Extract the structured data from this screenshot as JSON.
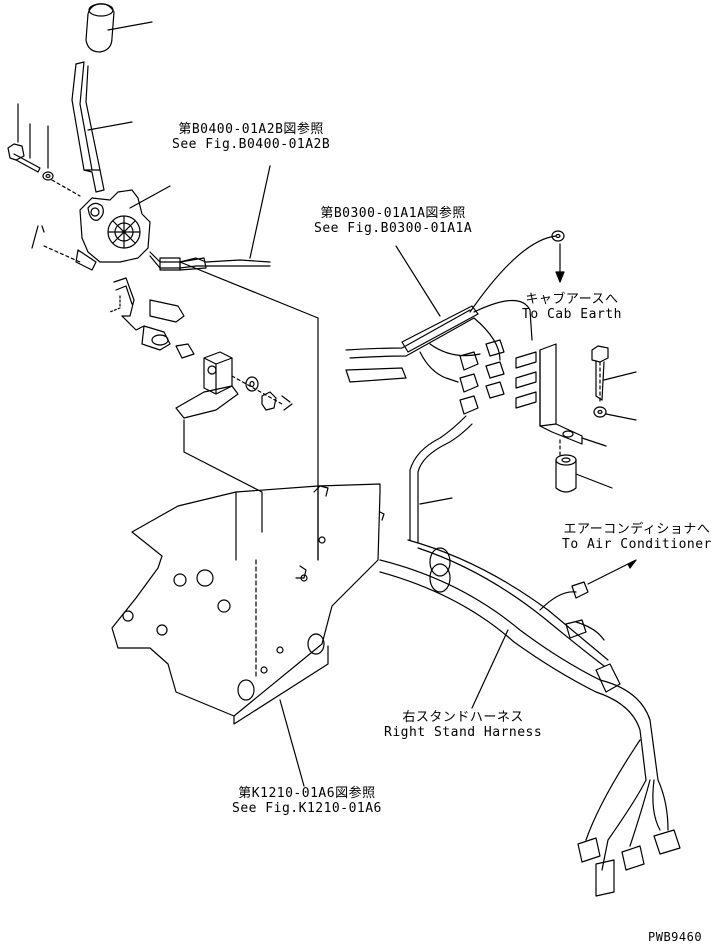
{
  "callouts": {
    "fig_b0400": {
      "jp": "第B0400-01A2B図参照",
      "en": "See Fig.B0400-01A2B"
    },
    "fig_b0300": {
      "jp": "第B0300-01A1A図参照",
      "en": "See Fig.B0300-01A1A"
    },
    "cab_earth": {
      "jp": "キャブアースへ",
      "en": "To Cab Earth"
    },
    "air_conditioner": {
      "jp": "エアーコンディショナへ",
      "en": "To Air Conditioner"
    },
    "harness": {
      "jp": "右スタンドハーネス",
      "en": "Right Stand Harness"
    },
    "fig_k1210": {
      "jp": "第K1210-01A6図参照",
      "en": "See Fig.K1210-01A6"
    }
  },
  "drawing_code": "PWB9460"
}
